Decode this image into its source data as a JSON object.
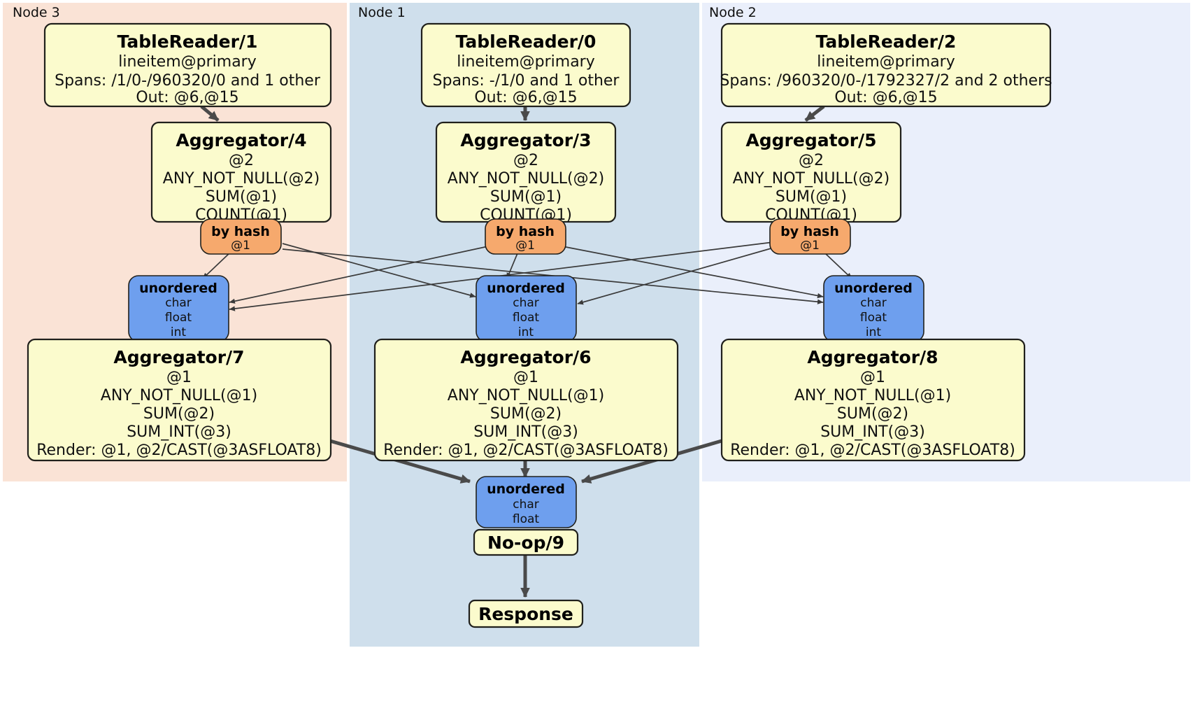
{
  "diagram": {
    "title": "Distributed query plan",
    "colors": {
      "node3_region": "#fae3d6",
      "node1_region": "#cfdfec",
      "node2_region": "#eaeffb",
      "processor_box": "#fbfbcd",
      "router_box": "#f6a96d",
      "receiver_box": "#6e9fee",
      "edge": "#4a4a4a"
    }
  },
  "regions": [
    {
      "id": "node3",
      "label": "Node 3"
    },
    {
      "id": "node1",
      "label": "Node 1"
    },
    {
      "id": "node2",
      "label": "Node 2"
    }
  ],
  "processors": {
    "table_reader_1": {
      "title": "TableReader/1",
      "lines": [
        "lineitem@primary",
        "Spans: /1/0-/960320/0 and 1 other",
        "Out: @6,@15"
      ]
    },
    "table_reader_0": {
      "title": "TableReader/0",
      "lines": [
        "lineitem@primary",
        "Spans: -/1/0 and 1 other",
        "Out: @6,@15"
      ]
    },
    "table_reader_2": {
      "title": "TableReader/2",
      "lines": [
        "lineitem@primary",
        "Spans: /960320/0-/1792327/2 and 2 others",
        "Out: @6,@15"
      ]
    },
    "aggregator_4": {
      "title": "Aggregator/4",
      "lines": [
        "@2",
        "ANY_NOT_NULL(@2)",
        "SUM(@1)",
        "COUNT(@1)"
      ]
    },
    "aggregator_3": {
      "title": "Aggregator/3",
      "lines": [
        "@2",
        "ANY_NOT_NULL(@2)",
        "SUM(@1)",
        "COUNT(@1)"
      ]
    },
    "aggregator_5": {
      "title": "Aggregator/5",
      "lines": [
        "@2",
        "ANY_NOT_NULL(@2)",
        "SUM(@1)",
        "COUNT(@1)"
      ]
    },
    "aggregator_7": {
      "title": "Aggregator/7",
      "lines": [
        "@1",
        "ANY_NOT_NULL(@1)",
        "SUM(@2)",
        "SUM_INT(@3)",
        "Render: @1, @2/CAST(@3ASFLOAT8)"
      ]
    },
    "aggregator_6": {
      "title": "Aggregator/6",
      "lines": [
        "@1",
        "ANY_NOT_NULL(@1)",
        "SUM(@2)",
        "SUM_INT(@3)",
        "Render: @1, @2/CAST(@3ASFLOAT8)"
      ]
    },
    "aggregator_8": {
      "title": "Aggregator/8",
      "lines": [
        "@1",
        "ANY_NOT_NULL(@1)",
        "SUM(@2)",
        "SUM_INT(@3)",
        "Render: @1, @2/CAST(@3ASFLOAT8)"
      ]
    },
    "noop_9": {
      "title": "No-op/9",
      "lines": []
    },
    "response": {
      "title": "Response",
      "lines": []
    }
  },
  "routers": {
    "by_hash_left": {
      "title": "by hash",
      "lines": [
        "@1"
      ]
    },
    "by_hash_center": {
      "title": "by hash",
      "lines": [
        "@1"
      ]
    },
    "by_hash_right": {
      "title": "by hash",
      "lines": [
        "@1"
      ]
    }
  },
  "receivers": {
    "unordered_left": {
      "title": "unordered",
      "lines": [
        "char",
        "float",
        "int"
      ]
    },
    "unordered_center": {
      "title": "unordered",
      "lines": [
        "char",
        "float",
        "int"
      ]
    },
    "unordered_right": {
      "title": "unordered",
      "lines": [
        "char",
        "float",
        "int"
      ]
    },
    "unordered_final": {
      "title": "unordered",
      "lines": [
        "char",
        "float"
      ]
    }
  }
}
